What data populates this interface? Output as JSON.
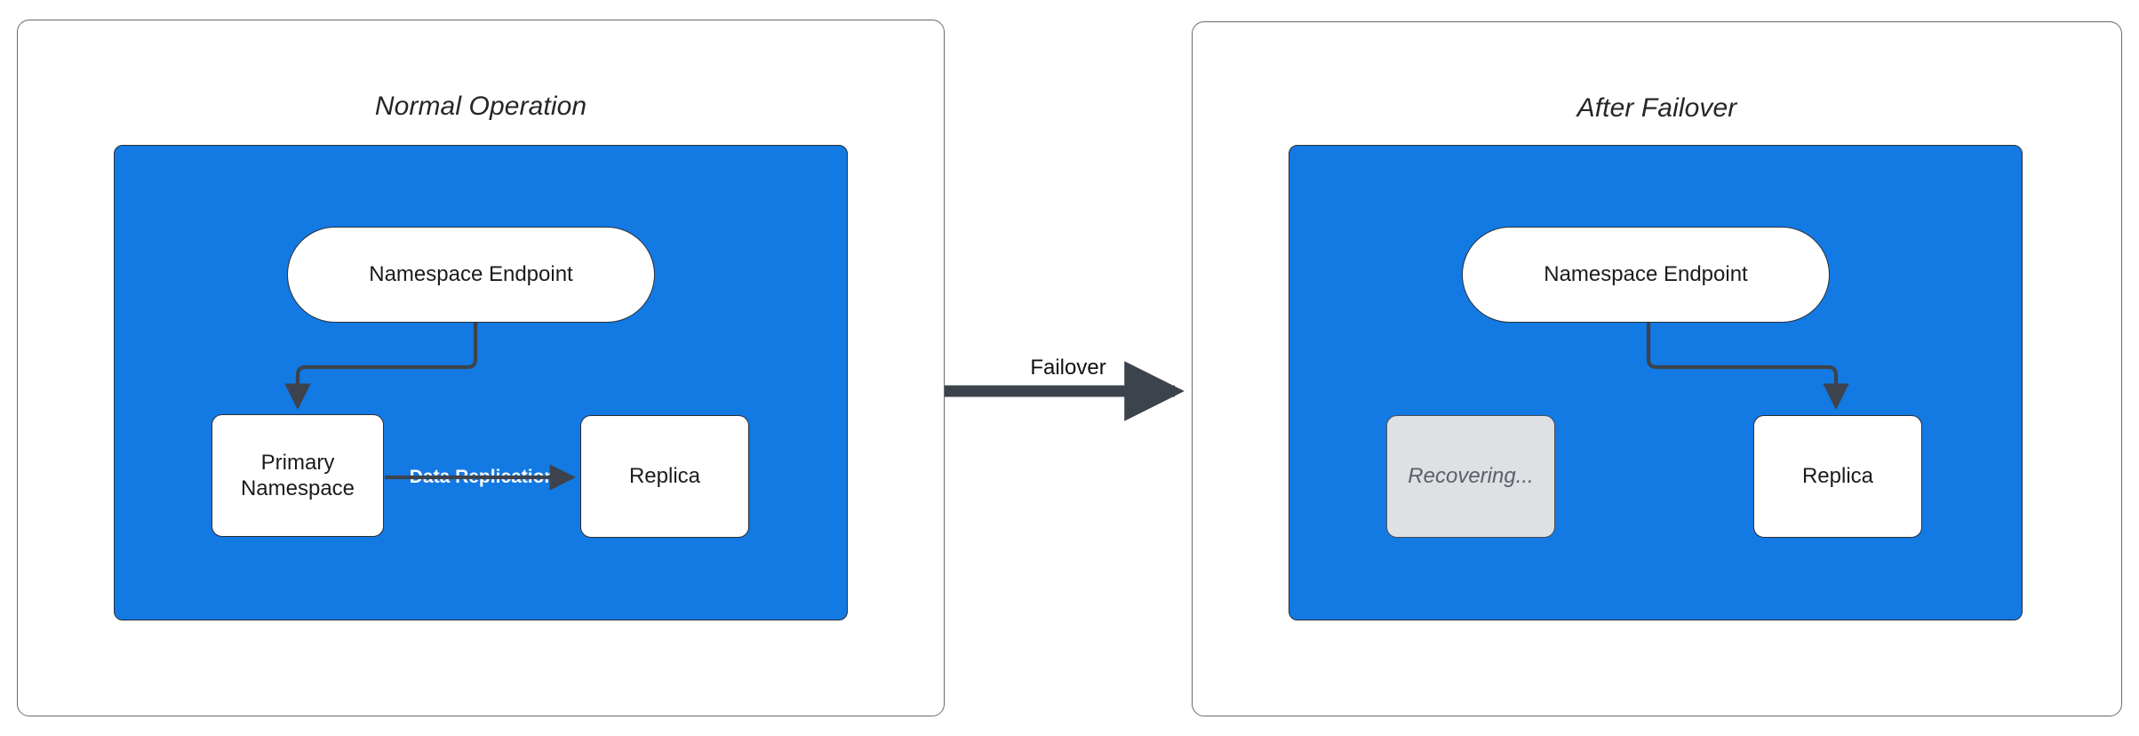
{
  "diagram": {
    "type": "failover-architecture-diagram",
    "colors": {
      "region_blue": "#1379e3",
      "node_white": "#ffffff",
      "node_muted_gray": "#dee0e3",
      "stroke_dark": "#2a2f36",
      "panel_border": "#6b6b6b",
      "label_white": "#ffffff",
      "muted_text": "#5a6068"
    },
    "panels": [
      {
        "id": "normal-operation",
        "title": "Normal Operation",
        "nodes": [
          {
            "id": "endpoint",
            "label": "Namespace Endpoint",
            "shape": "pill",
            "state": "active"
          },
          {
            "id": "primary",
            "label": "Primary\nNamespace",
            "line1": "Primary",
            "line2": "Namespace",
            "shape": "rect",
            "state": "active"
          },
          {
            "id": "replica",
            "label": "Replica",
            "shape": "rect",
            "state": "active"
          }
        ],
        "edges": [
          {
            "from": "endpoint",
            "to": "primary",
            "label": "",
            "style": "elbow-arrow"
          },
          {
            "from": "primary",
            "to": "replica",
            "label": "Data Replication",
            "style": "straight-arrow"
          }
        ]
      },
      {
        "id": "after-failover",
        "title": "After Failover",
        "nodes": [
          {
            "id": "endpoint",
            "label": "Namespace Endpoint",
            "shape": "pill",
            "state": "active"
          },
          {
            "id": "recovering",
            "label": "Recovering...",
            "shape": "rect",
            "state": "muted"
          },
          {
            "id": "replica",
            "label": "Replica",
            "shape": "rect",
            "state": "active"
          }
        ],
        "edges": [
          {
            "from": "endpoint",
            "to": "replica",
            "label": "",
            "style": "elbow-arrow"
          }
        ]
      }
    ],
    "transition": {
      "label": "Failover",
      "from_panel": "normal-operation",
      "to_panel": "after-failover",
      "style": "thick-arrow"
    }
  }
}
